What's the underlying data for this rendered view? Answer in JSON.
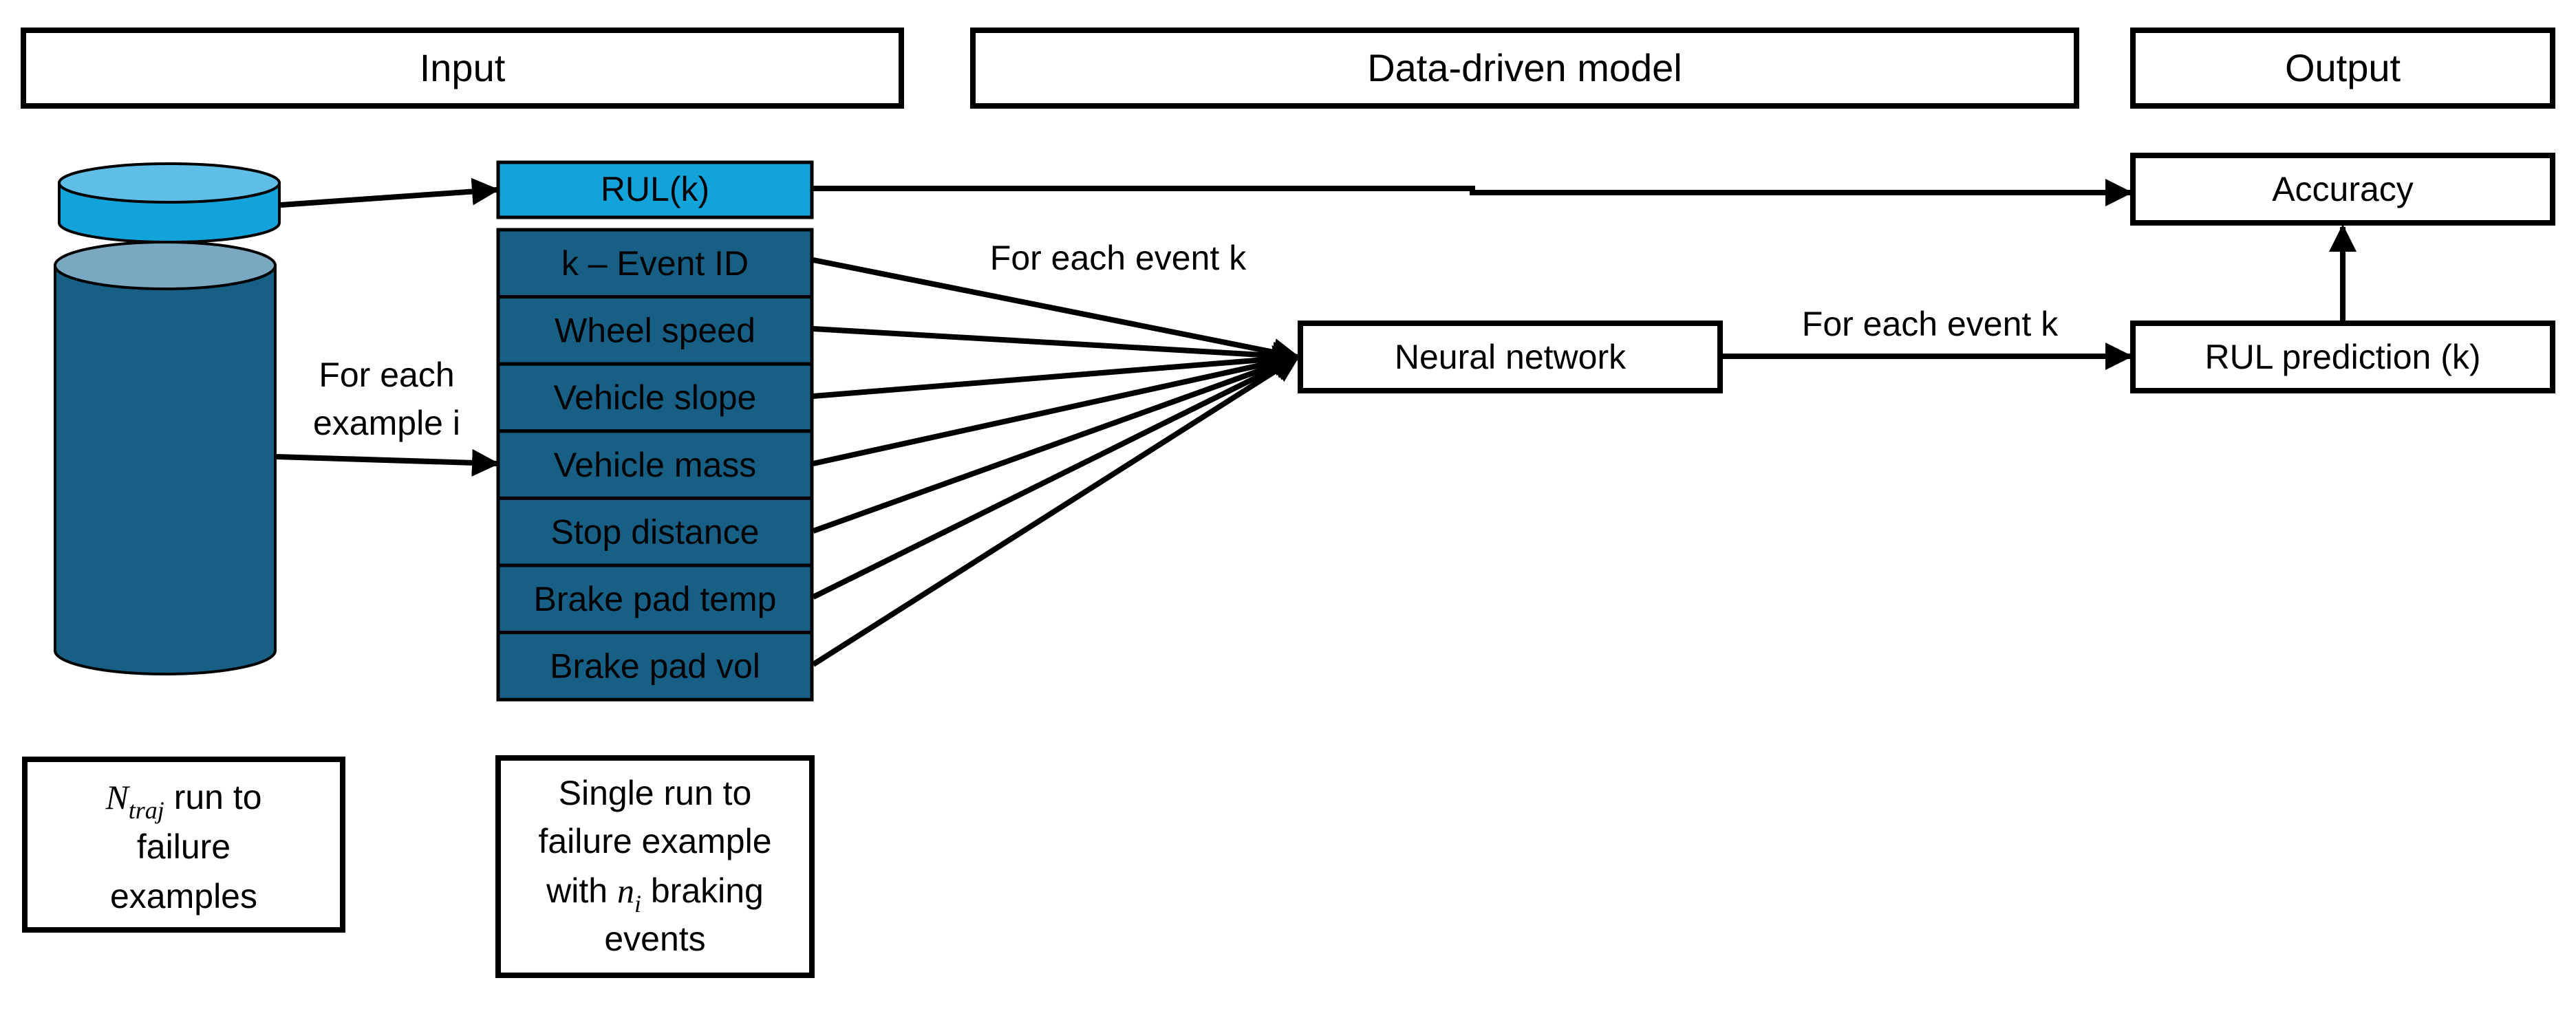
{
  "headers": {
    "input": "Input",
    "model": "Data-driven model",
    "output": "Output"
  },
  "rul_label": "RUL(k)",
  "features": [
    "k – Event ID",
    "Wheel speed",
    "Vehicle slope",
    "Vehicle mass",
    "Stop distance",
    "Brake pad temp",
    "Brake pad vol"
  ],
  "edge_labels": {
    "for_each_example_line1": "For each",
    "for_each_example_line2": "example i",
    "for_each_event_top": "For each event k",
    "for_each_event_right": "For each event k"
  },
  "nodes": {
    "neural_network": "Neural network",
    "accuracy": "Accuracy",
    "rul_prediction": "RUL prediction (k)"
  },
  "notes": {
    "ntraj": {
      "symbol_base": "N",
      "symbol_sub": "traj",
      "line1_rest": " run to",
      "line2": "failure",
      "line3": "examples"
    },
    "single": {
      "line1": "Single run to",
      "line2": "failure example",
      "line3_pre": "with ",
      "symbol_base": "n",
      "symbol_sub": "i",
      "line3_post": " braking",
      "line4": "events"
    }
  },
  "colors": {
    "cylinder_top": "#5ebee6",
    "cylinder_top_side": "#13a3db",
    "cylinder_main_top": "#7aa8c0",
    "cylinder_main": "#175f85",
    "rul_box": "#13a3db",
    "feature_cell": "#175f85",
    "stroke": "#000000"
  }
}
